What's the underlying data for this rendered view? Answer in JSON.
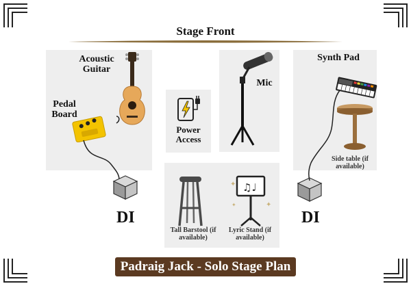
{
  "title": "Stage Front",
  "footer": "Padraig Jack - Solo Stage Plan",
  "colors": {
    "accent": "#8a6d3b",
    "footer_bg": "#5b3a21",
    "panel": "#eeeeee",
    "pedal": "#f3c300",
    "guitar_body": "#e6a85a"
  },
  "items": {
    "guitar_label": "Acoustic Guitar",
    "pedal_label": "Pedal Board",
    "power_label": "Power Access",
    "mic_label": "Mic",
    "synth_label": "Synth Pad",
    "side_table_label": "Side table (if available)",
    "barstool_label": "Tall Barstool (if available)",
    "lyric_label": "Lyric Stand (if available)",
    "di_left": "DI",
    "di_right": "DI"
  },
  "icons": [
    "corner-frame-icon",
    "acoustic-guitar-icon",
    "pedal-board-icon",
    "power-plug-icon",
    "microphone-stand-icon",
    "synth-keyboard-icon",
    "side-table-icon",
    "barstool-icon",
    "lyric-stand-icon",
    "di-box-icon"
  ]
}
